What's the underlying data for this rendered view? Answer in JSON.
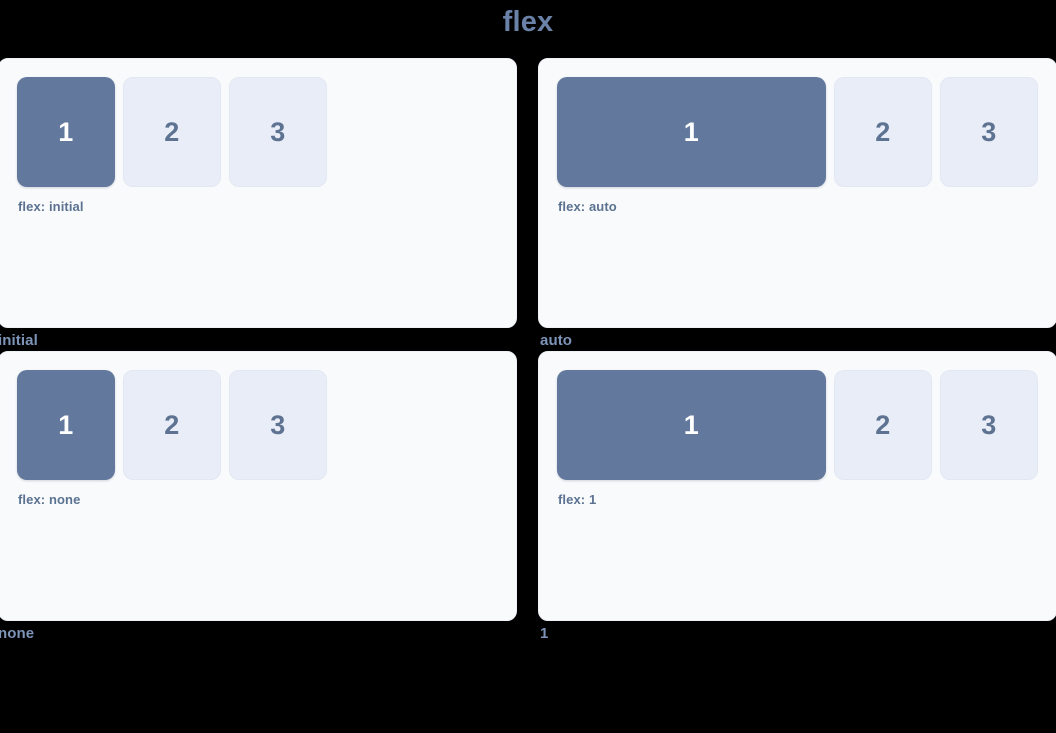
{
  "title": "flex",
  "theme": {
    "page_background": "#000000",
    "panel_background": "#f8fafc",
    "primary_box": "#62799d",
    "secondary_box": "#e8edf7",
    "primary_text": "#ffffff",
    "secondary_text": "#5d7391",
    "title_color": "#6a82a8",
    "caption_color": "#7d94b8",
    "code_color": "#5b7291"
  },
  "boxes": {
    "one": "1",
    "two": "2",
    "three": "3"
  },
  "demos": [
    {
      "caption": "initial",
      "code": "flex: initial",
      "variant": "fixed",
      "items": [
        {
          "label": "1",
          "style": "primary"
        },
        {
          "label": "2",
          "style": "secondary"
        },
        {
          "label": "3",
          "style": "secondary"
        }
      ]
    },
    {
      "caption": "auto",
      "code": "flex: auto",
      "variant": "grow",
      "items": [
        {
          "label": "1",
          "style": "primary"
        },
        {
          "label": "2",
          "style": "secondary"
        },
        {
          "label": "3",
          "style": "secondary"
        }
      ]
    },
    {
      "caption": "none",
      "code": "flex: none",
      "variant": "fixed",
      "items": [
        {
          "label": "1",
          "style": "primary"
        },
        {
          "label": "2",
          "style": "secondary"
        },
        {
          "label": "3",
          "style": "secondary"
        }
      ]
    },
    {
      "caption": "1",
      "code": "flex: 1",
      "variant": "grow",
      "items": [
        {
          "label": "1",
          "style": "primary"
        },
        {
          "label": "2",
          "style": "secondary"
        },
        {
          "label": "3",
          "style": "secondary"
        }
      ]
    }
  ]
}
